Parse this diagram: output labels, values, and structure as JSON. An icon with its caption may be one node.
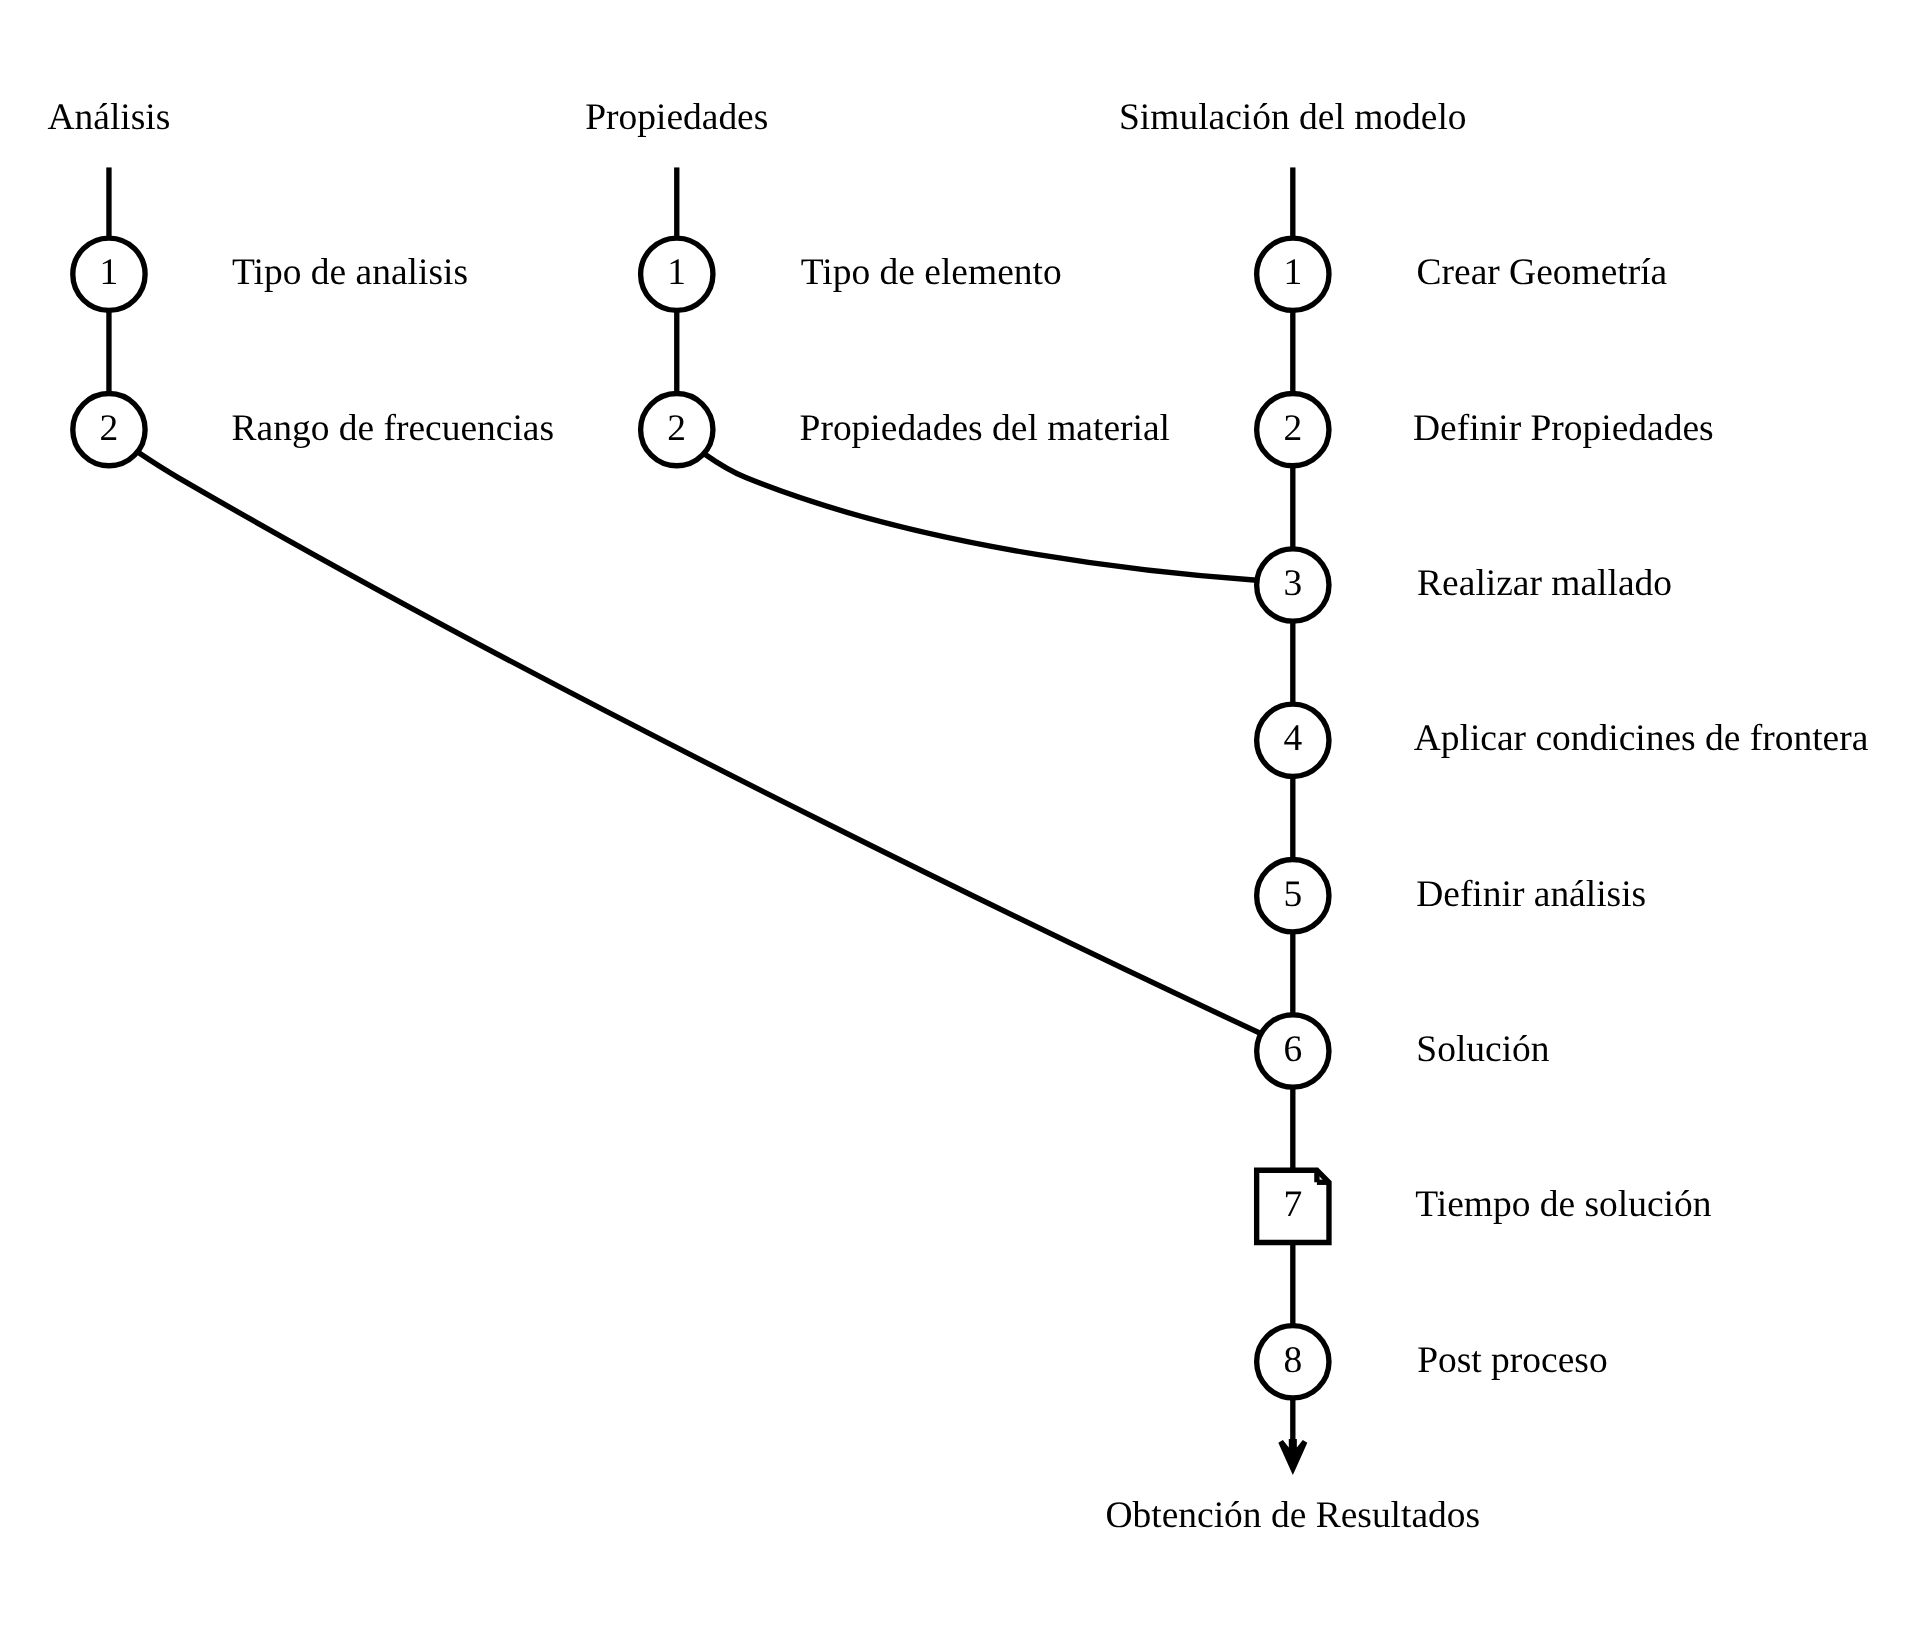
{
  "diagram": {
    "nodes": [
      {
        "text": [
          "Análisis"
        ]
      },
      {
        "text": [
          "1"
        ],
        "beside": [
          "Tipo de analisis"
        ]
      },
      {
        "text": [
          "2"
        ],
        "beside": [
          "Rango de frecuencias"
        ]
      },
      {
        "text": [
          "Propiedades"
        ]
      },
      {
        "text": [
          "1"
        ],
        "beside": [
          "Tipo de elemento"
        ]
      },
      {
        "text": [
          "2"
        ],
        "beside": [
          "Propiedades del material"
        ]
      },
      {
        "text": [
          "Simulación del modelo"
        ]
      },
      {
        "text": [
          "1"
        ],
        "beside": [
          "Crear Geometría"
        ]
      },
      {
        "text": [
          "2"
        ],
        "beside": [
          "Definir Propiedades"
        ]
      },
      {
        "text": [
          "3"
        ],
        "beside": [
          "Realizar mallado"
        ]
      },
      {
        "text": [
          "4"
        ],
        "beside": [
          "Aplicar condicines de frontera"
        ]
      },
      {
        "text": [
          "5"
        ],
        "beside": [
          "Definir análisis"
        ]
      },
      {
        "text": [
          "6"
        ],
        "beside": [
          "Solución"
        ]
      },
      {
        "text": [
          "7"
        ],
        "beside": [
          "Tiempo de solución"
        ]
      },
      {
        "text": [
          "8"
        ],
        "beside": [
          "Post proceso"
        ]
      },
      {
        "text": [
          "Obtención de Resultados"
        ]
      }
    ],
    "edges": [
      {
        "from": 0,
        "to": 1,
        "arrow": "none"
      },
      {
        "from": 1,
        "to": 2,
        "arrow": "none"
      },
      {
        "from": 2,
        "to": 12,
        "arrow": "none"
      },
      {
        "from": 3,
        "to": 4,
        "arrow": "none"
      },
      {
        "from": 4,
        "to": 5,
        "arrow": "none"
      },
      {
        "from": 5,
        "to": 9,
        "arrow": "none"
      },
      {
        "from": 6,
        "to": 7,
        "arrow": "none"
      },
      {
        "from": 7,
        "to": 8,
        "arrow": "none"
      },
      {
        "from": 8,
        "to": 9,
        "arrow": "none"
      },
      {
        "from": 9,
        "to": 10,
        "arrow": "none"
      },
      {
        "from": 10,
        "to": 11,
        "arrow": "none"
      },
      {
        "from": 11,
        "to": 12,
        "arrow": "none"
      },
      {
        "from": 12,
        "to": 13,
        "arrow": "none"
      },
      {
        "from": 13,
        "to": 14,
        "arrow": "none"
      },
      {
        "from": 14,
        "to": 15,
        "arrow": "to"
      }
    ]
  }
}
